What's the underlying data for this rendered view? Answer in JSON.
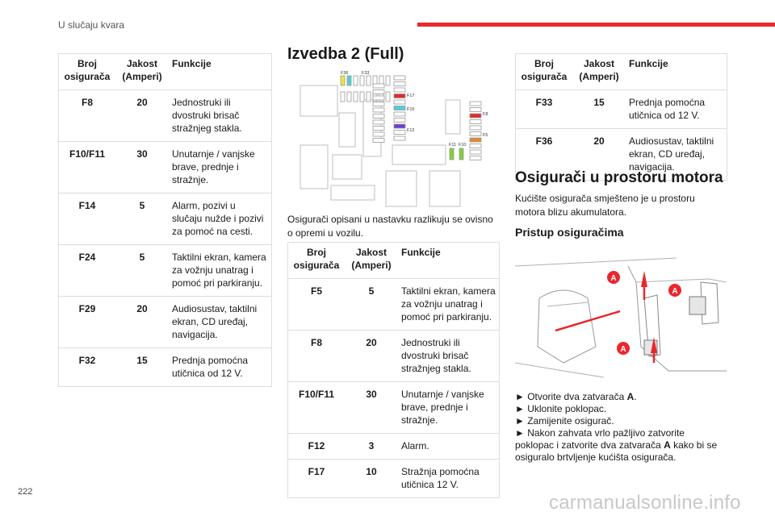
{
  "header": {
    "title": "U slučaju kvara"
  },
  "page_number": "222",
  "watermark": "carmanualsonline.info",
  "table_headers": {
    "col1": "Broj osigurača",
    "col2": "Jakost (Amperi)",
    "col3": "Funkcije"
  },
  "table_left": [
    {
      "fuse": "F8",
      "amps": "20",
      "func": "Jednostruki ili dvostruki brisač stražnjeg stakla."
    },
    {
      "fuse": "F10/F11",
      "amps": "30",
      "func": "Unutarnje / vanjske brave, prednje i stražnje."
    },
    {
      "fuse": "F14",
      "amps": "5",
      "func": "Alarm, pozivi u slučaju nužde i pozivi za pomoć na cesti."
    },
    {
      "fuse": "F24",
      "amps": "5",
      "func": "Taktilni ekran, kamera za vožnju unatrag i pomoć pri parkiranju."
    },
    {
      "fuse": "F29",
      "amps": "20",
      "func": "Audiosustav, taktilni ekran, CD uređaj, navigacija."
    },
    {
      "fuse": "F32",
      "amps": "15",
      "func": "Prednja pomoćna utičnica od 12 V."
    }
  ],
  "middle": {
    "title": "Izvedba 2 (Full)",
    "diagram_labels": {
      "f36": "F36",
      "f33": "F33",
      "f17": "F17",
      "f15": "F15",
      "f12": "F12",
      "f8": "F8",
      "f5": "F5",
      "f11": "F11",
      "f10": "F10"
    },
    "fuse_colors": {
      "f36": "#f1e63a",
      "f33": "#4fd0d5",
      "f17": "#e02b2b",
      "f15": "#4fd0d5",
      "f12": "#6a3fd0",
      "f8": "#e02b2b",
      "f5": "#e08a2a",
      "f11": "#7fd23a",
      "f10": "#7fd23a"
    },
    "note": "Osigurači opisani u nastavku razlikuju se ovisno o opremi u vozilu."
  },
  "table_middle": [
    {
      "fuse": "F5",
      "amps": "5",
      "func": "Taktilni ekran, kamera za vožnju unatrag i pomoć pri parkiranju."
    },
    {
      "fuse": "F8",
      "amps": "20",
      "func": "Jednostruki ili dvostruki brisač stražnjeg stakla."
    },
    {
      "fuse": "F10/F11",
      "amps": "30",
      "func": "Unutarnje / vanjske brave, prednje i stražnje."
    },
    {
      "fuse": "F12",
      "amps": "3",
      "func": "Alarm."
    },
    {
      "fuse": "F17",
      "amps": "10",
      "func": "Stražnja pomoćna utičnica 12 V."
    }
  ],
  "table_right": [
    {
      "fuse": "F33",
      "amps": "15",
      "func": "Prednja pomoćna utičnica od 12 V."
    },
    {
      "fuse": "F36",
      "amps": "20",
      "func": "Audiosustav, taktilni ekran, CD uređaj, navigacija."
    }
  ],
  "engine": {
    "title": "Osigurači u prostoru motora",
    "intro": "Kućište osigurača smješteno je u prostoru motora blizu akumulatora.",
    "access_title": "Pristup osiguračima",
    "marker": "A",
    "accent": "#e9272d",
    "steps": [
      {
        "pre": "► Otvorite dva zatvarača ",
        "bold": "A",
        "post": "."
      },
      {
        "pre": "► Uklonite poklopac.",
        "bold": "",
        "post": ""
      },
      {
        "pre": "► Zamijenite osigurač.",
        "bold": "",
        "post": ""
      },
      {
        "pre": "► Nakon zahvata vrlo pažljivo zatvorite",
        "bold": "",
        "post": ""
      },
      {
        "pre": "poklopac i zatvorite dva zatvarača ",
        "bold": "A",
        "post": " kako bi se"
      },
      {
        "pre": "osiguralo brtvljenje kućišta osigurača.",
        "bold": "",
        "post": ""
      }
    ]
  }
}
